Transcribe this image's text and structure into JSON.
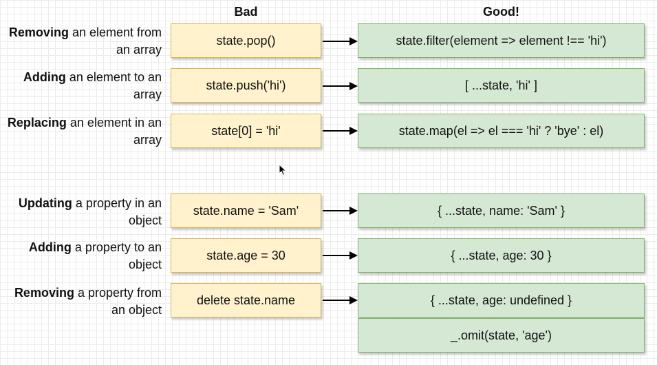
{
  "headers": {
    "bad": "Bad",
    "good": "Good!"
  },
  "rows": [
    {
      "desc_bold": "Removing",
      "desc_rest": " an element from an array",
      "bad": "state.pop()",
      "good": "state.filter(element => element !== 'hi')"
    },
    {
      "desc_bold": "Adding",
      "desc_rest": " an element to an array",
      "bad": "state.push('hi')",
      "good": "[ ...state, 'hi' ]"
    },
    {
      "desc_bold": "Replacing",
      "desc_rest": " an element in an array",
      "bad": "state[0] = 'hi'",
      "good": "state.map(el => el === 'hi' ? 'bye' : el)"
    },
    {
      "desc_bold": "Updating",
      "desc_rest": " a property in an object",
      "bad": "state.name = 'Sam'",
      "good": "{ ...state, name: 'Sam' }"
    },
    {
      "desc_bold": "Adding",
      "desc_rest": " a property to an object",
      "bad": "state.age = 30",
      "good": "{ ...state, age: 30 }"
    },
    {
      "desc_bold": "Removing",
      "desc_rest": " a property from an object",
      "bad": "delete state.name",
      "good": "{ ...state, age: undefined }",
      "good_alt": "_.omit(state, 'age')"
    }
  ],
  "colors": {
    "bad_fill": "#fff2cc",
    "bad_border": "#d6b656",
    "good_fill": "#d5e8d4",
    "good_border": "#82b366"
  }
}
